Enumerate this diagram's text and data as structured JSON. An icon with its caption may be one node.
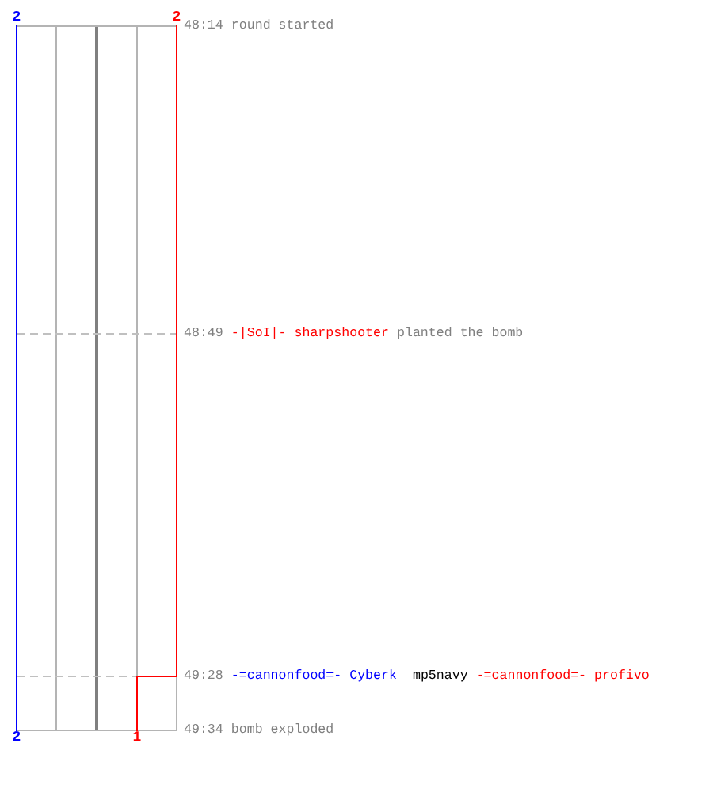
{
  "diagram": {
    "labels": [
      "2",
      "2",
      "48:14",
      "round started",
      "48:49",
      "-|SoI|- sharpshooter",
      "planted the bomb",
      "49:28",
      "-=cannonfood=- Cyberk",
      "mp5navy",
      "-=cannonfood=- profivo",
      "49:34",
      "bomb exploded",
      "2",
      "1"
    ]
  }
}
